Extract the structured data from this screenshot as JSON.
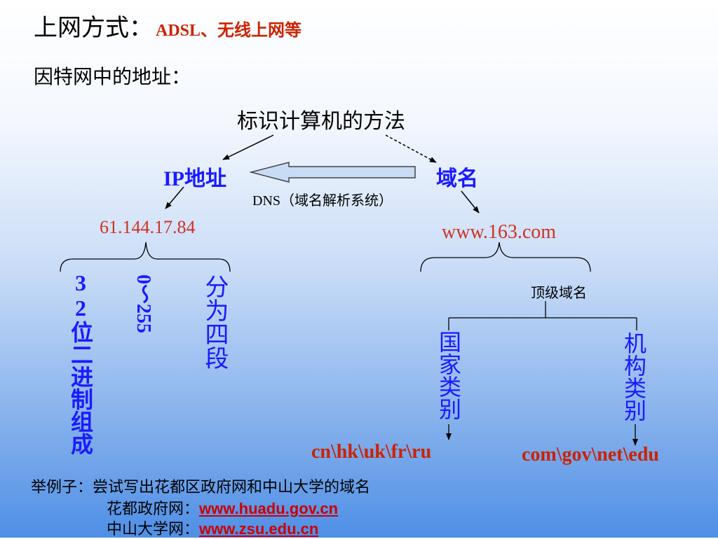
{
  "header": {
    "title": "上网方式：",
    "title_sub": "ADSL、无线上网等",
    "intro": "因特网中的地址："
  },
  "diagram": {
    "center": "标识计算机的方法",
    "ip_label": "IP地址",
    "domain_label": "域名",
    "dns_label": "DNS（域名解析系统）",
    "ip_example": "61.144.17.84",
    "domain_example": "www.163.com",
    "ip_features": [
      "32位二进制组成",
      "0～255",
      "分为四段"
    ],
    "top_level_label": "顶级域名",
    "country_label": "国家类别",
    "org_label": "机构类别",
    "country_codes": "cn\\hk\\uk\\fr\\ru",
    "org_codes": "com\\gov\\net\\edu"
  },
  "example": {
    "prompt": "举例子：尝试写出花都区政府网和中山大学的域名",
    "huadu_label": "花都政府网：",
    "huadu_url": "www.huadu.gov.cn",
    "zsu_label": "中山大学网：",
    "zsu_url": "www.zsu.edu.cn"
  },
  "colors": {
    "accent_blue": "#1a1aff",
    "accent_red": "#cc2200",
    "arrow_fill": "#c8dcf6"
  }
}
